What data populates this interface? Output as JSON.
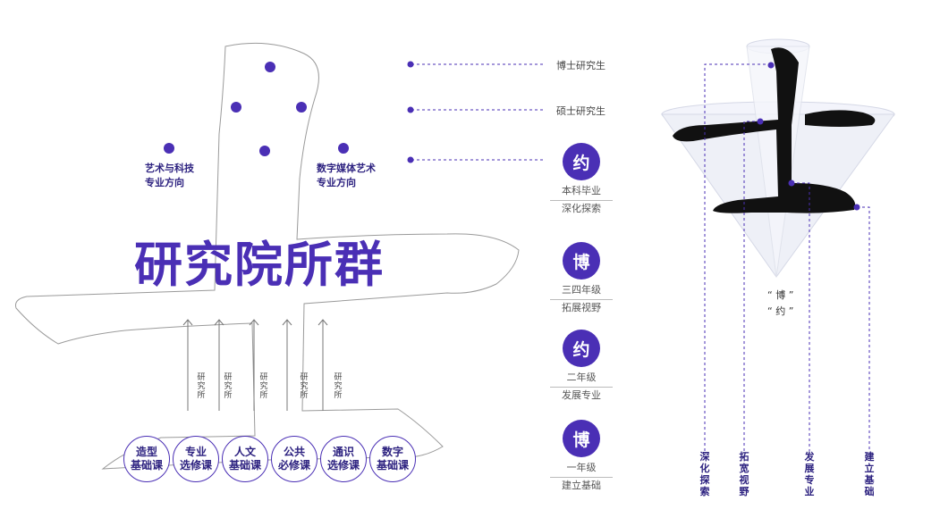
{
  "title": "研究院所群",
  "directions": {
    "art_tech": [
      "艺术与科技",
      "专业方向"
    ],
    "digital_media": [
      "数字媒体艺术",
      "专业方向"
    ]
  },
  "institute_label": "研究所",
  "courses": [
    [
      "造型",
      "基础课"
    ],
    [
      "专业",
      "选修课"
    ],
    [
      "人文",
      "基础课"
    ],
    [
      "公共",
      "必修课"
    ],
    [
      "通识",
      "选修课"
    ],
    [
      "数字",
      "基础课"
    ]
  ],
  "levels": {
    "phd": "博士研究生",
    "master": "硕士研究生"
  },
  "stages": [
    {
      "badge": "约",
      "line1": "本科毕业",
      "line2": "深化探索"
    },
    {
      "badge": "博",
      "line1": "三四年级",
      "line2": "拓展视野"
    },
    {
      "badge": "约",
      "line1": "二年级",
      "line2": "发展专业"
    },
    {
      "badge": "博",
      "line1": "一年级",
      "line2": "建立基础"
    }
  ],
  "big_char": "士",
  "quotes": [
    "“ 博 ”",
    "“ 约 ”"
  ],
  "bottom_labels": [
    "深化探索",
    "拓宽视野",
    "发展专业",
    "建立基础"
  ],
  "colors": {
    "accent": "#4a2fb5",
    "dark_text": "#2d2280"
  }
}
